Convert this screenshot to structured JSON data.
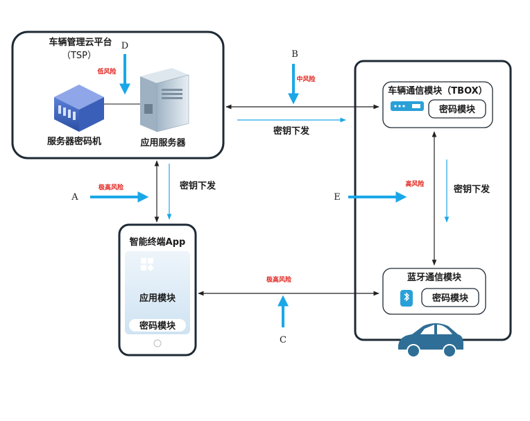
{
  "tsp": {
    "title": "车辆管理云平台",
    "subtitle": "（TSP）",
    "hsm_label": "服务器密码机",
    "app_server_label": "应用服务器"
  },
  "vehicle": {
    "tbox_title": "车辆通信模块（TBOX）",
    "tbox_crypto": "密码模块",
    "ble_title": "蓝牙通信模块",
    "ble_crypto": "密码模块"
  },
  "terminal": {
    "title": "智能终端App",
    "app_module": "应用模块",
    "crypto_module": "密码模块"
  },
  "flows": {
    "key_delivery_top": "密钥下发",
    "key_delivery_left": "密钥下发",
    "key_delivery_right": "密钥下发"
  },
  "attacks": [
    {
      "id": "A",
      "risk": "极高风险"
    },
    {
      "id": "B",
      "risk": "中风险"
    },
    {
      "id": "C",
      "risk": "极高风险"
    },
    {
      "id": "D",
      "risk": "低风险"
    },
    {
      "id": "E",
      "risk": "高风险"
    }
  ],
  "colors": {
    "attack_arrow": "#1aa7e8",
    "risk_text": "#e0201a",
    "frame": "#1e2a35",
    "car": "#2f6e96"
  }
}
